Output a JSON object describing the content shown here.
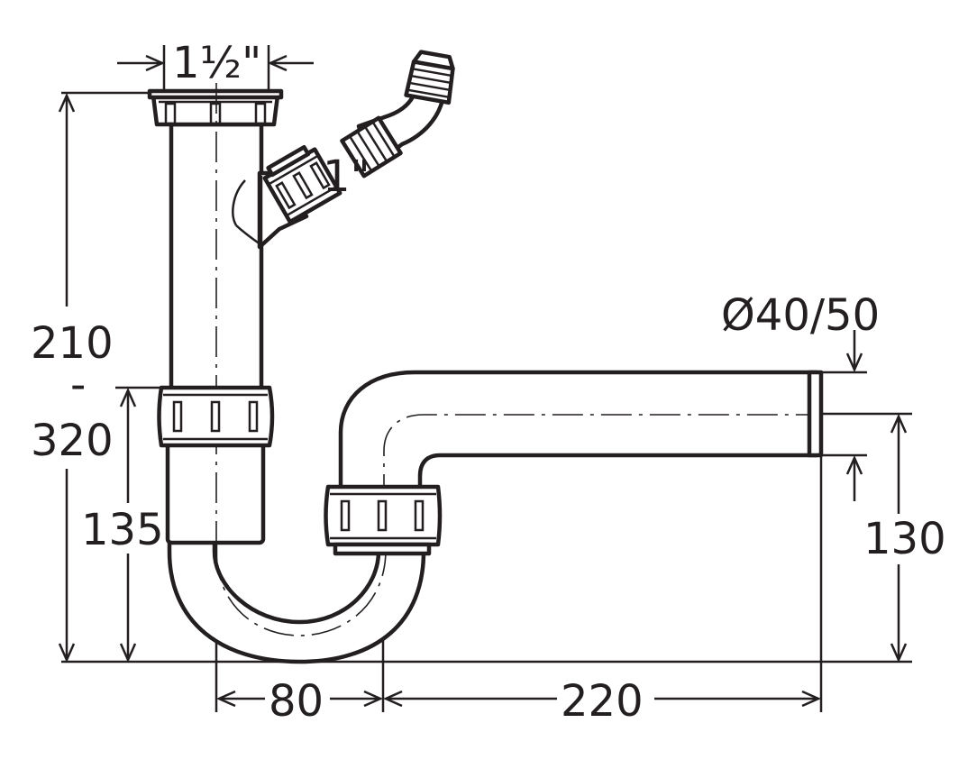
{
  "drawing": {
    "labels": {
      "inlet_diameter": "1½\"",
      "side_inlet": "1\"",
      "outlet_diameter": "Ø40/50",
      "total_height_top": "210",
      "total_height_dash": "-",
      "total_height_bottom": "320",
      "seal_height": "135",
      "outlet_height": "130",
      "trap_width": "80",
      "outlet_length": "220"
    },
    "colors": {
      "ink": "#231f20",
      "paper": "#ffffff"
    }
  }
}
